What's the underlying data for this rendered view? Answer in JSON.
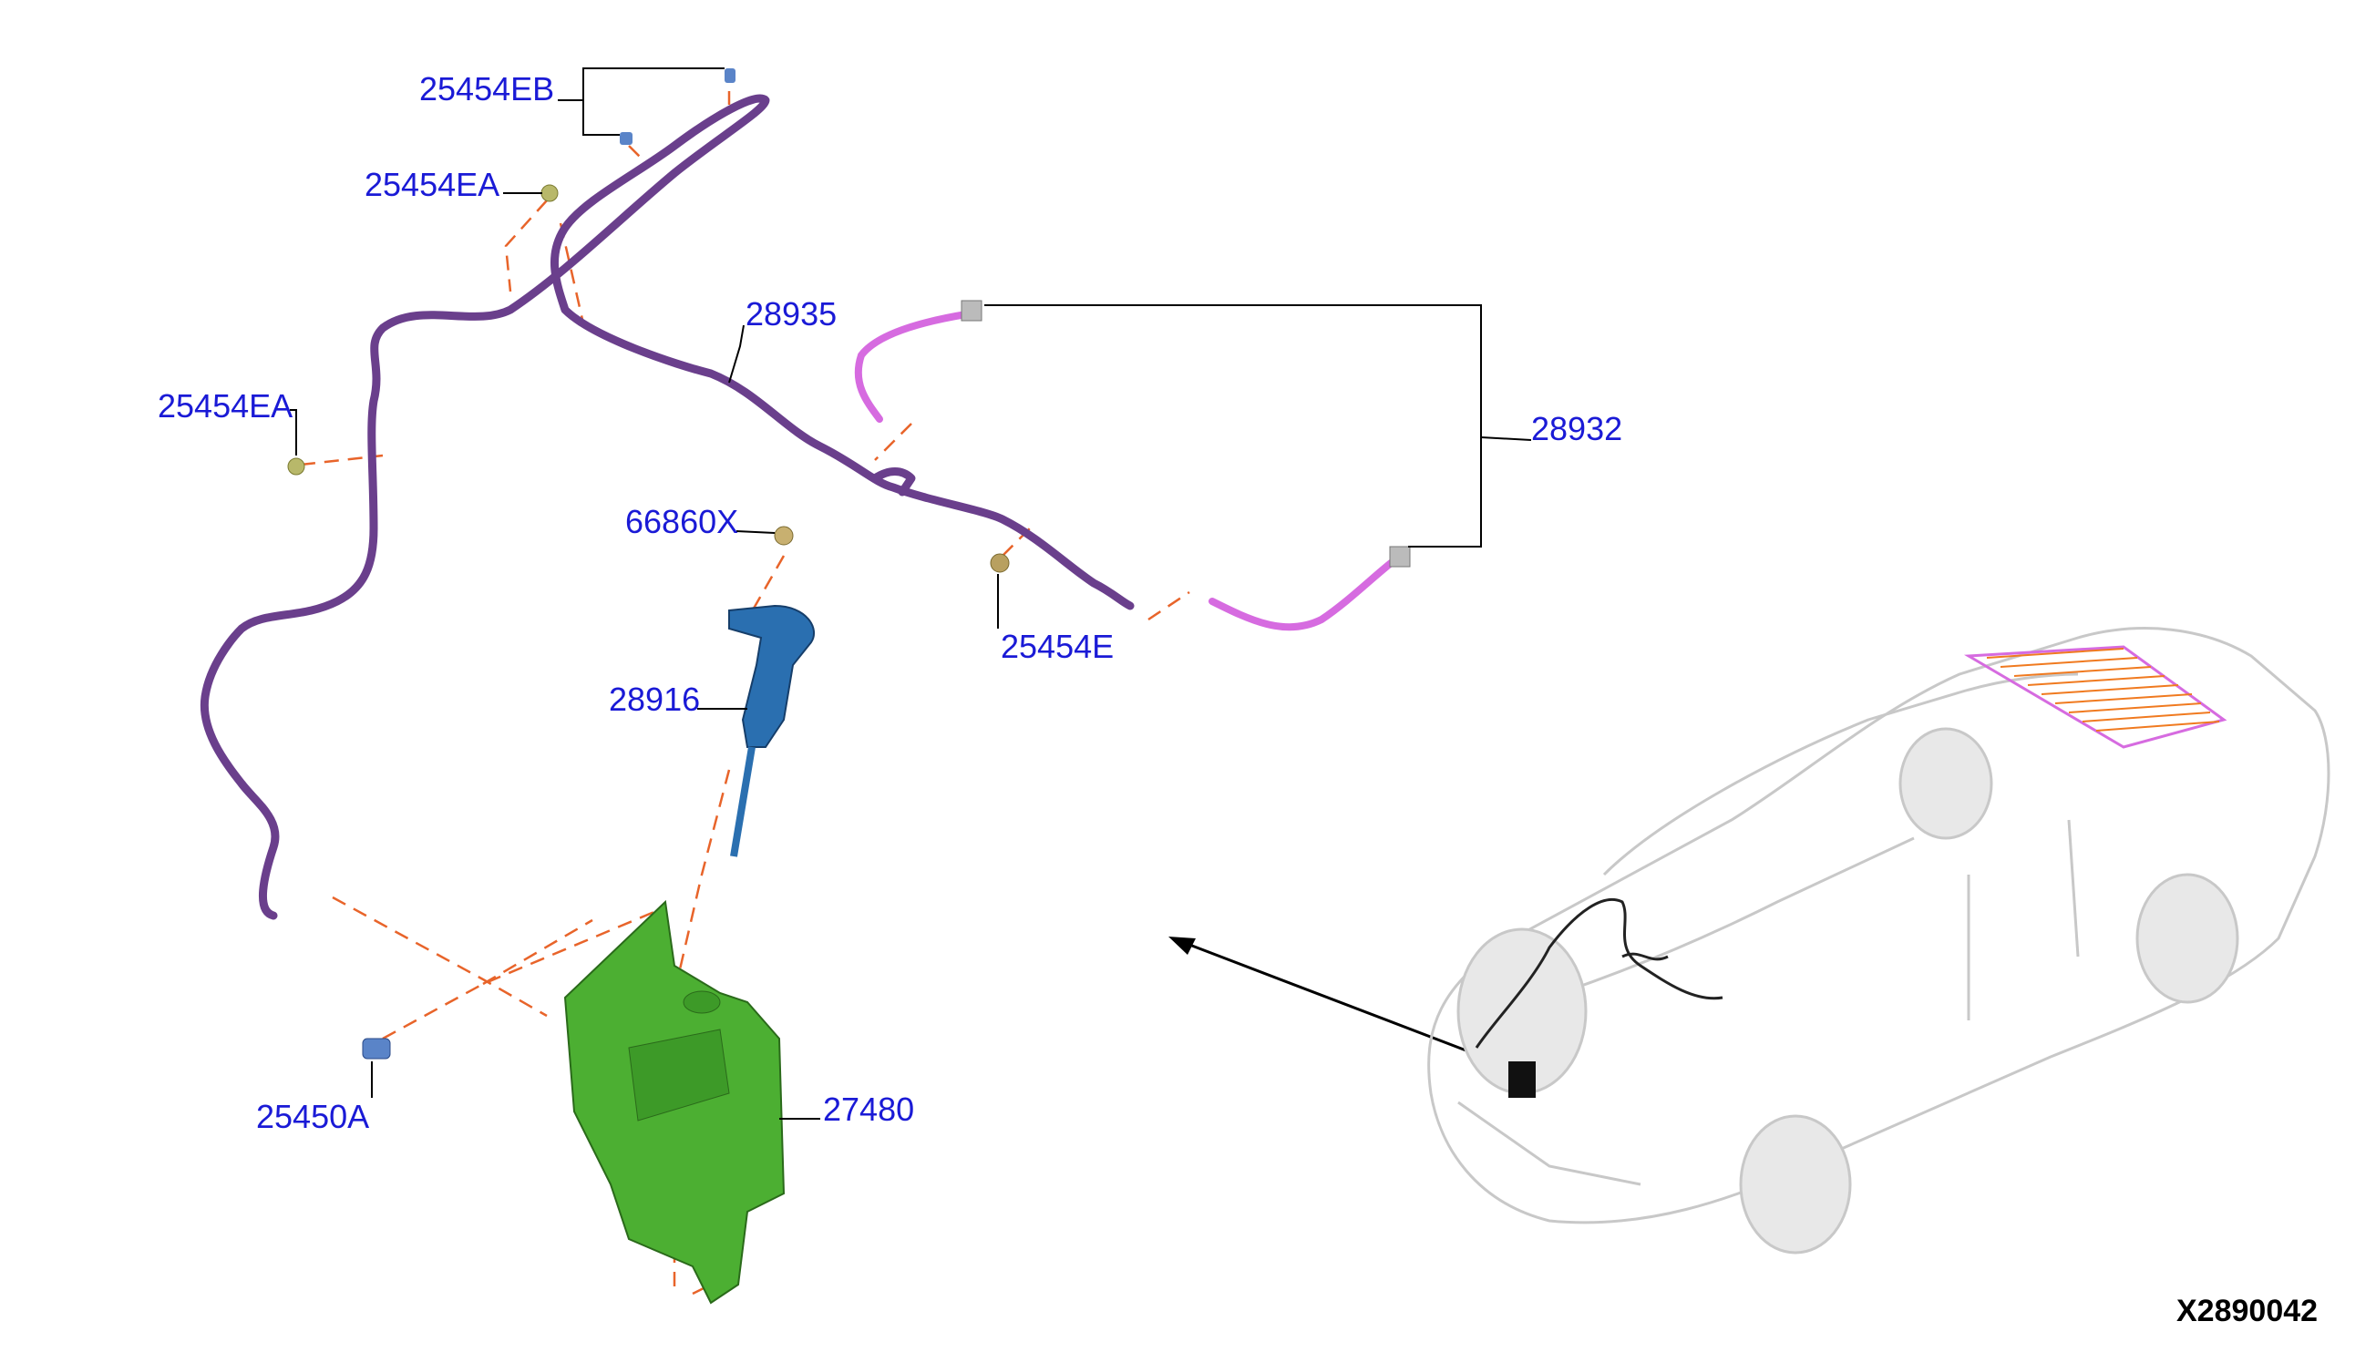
{
  "labels": {
    "p25454EB": "25454EB",
    "p25454EA_top": "25454EA",
    "p25454EA_left": "25454EA",
    "p28935": "28935",
    "p28932": "28932",
    "p66860X": "66860X",
    "p25454E": "25454E",
    "p28916": "28916",
    "p25450A": "25450A",
    "p27480": "27480"
  },
  "diagram_code": "X2890042",
  "colors": {
    "callout_text": "#1a1ad6",
    "hose_main": "#6a3f8c",
    "hose_rear": "#d66be0",
    "reservoir": "#4caf32",
    "filler_neck": "#2a6fb0",
    "dashed_guide": "#e8642a",
    "rear_glass_grid": "#f07a20"
  }
}
